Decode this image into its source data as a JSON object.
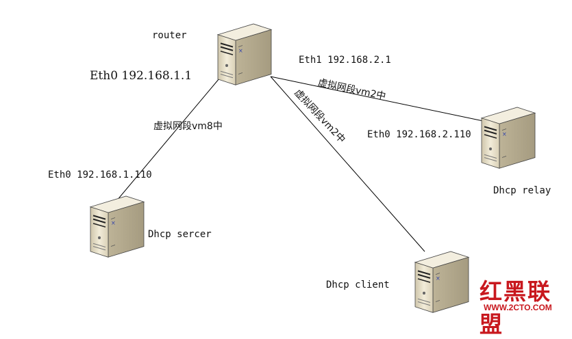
{
  "nodes": {
    "router": {
      "name": "router"
    },
    "server": {
      "name": "Dhcp sercer"
    },
    "relay": {
      "name": "Dhcp relay"
    },
    "client": {
      "name": "Dhcp client"
    }
  },
  "interfaces": {
    "router_eth0": "Eth0  192.168.1.1",
    "router_eth1": "Eth1 192.168.2.1",
    "server_eth0": "Eth0 192.168.1.110",
    "relay_eth0": "Eth0 192.168.2.110"
  },
  "links": {
    "router_server": "虚拟网段vm8中",
    "router_relay": "虚拟网段vm2中",
    "router_client": "虚拟网段vm2中"
  },
  "watermark": {
    "logo": "红黑联盟",
    "url": "WWW.2CTO.COM"
  },
  "colors": {
    "line": "#000000",
    "server_body": "#e6dfc9",
    "watermark": "#c8181e"
  }
}
